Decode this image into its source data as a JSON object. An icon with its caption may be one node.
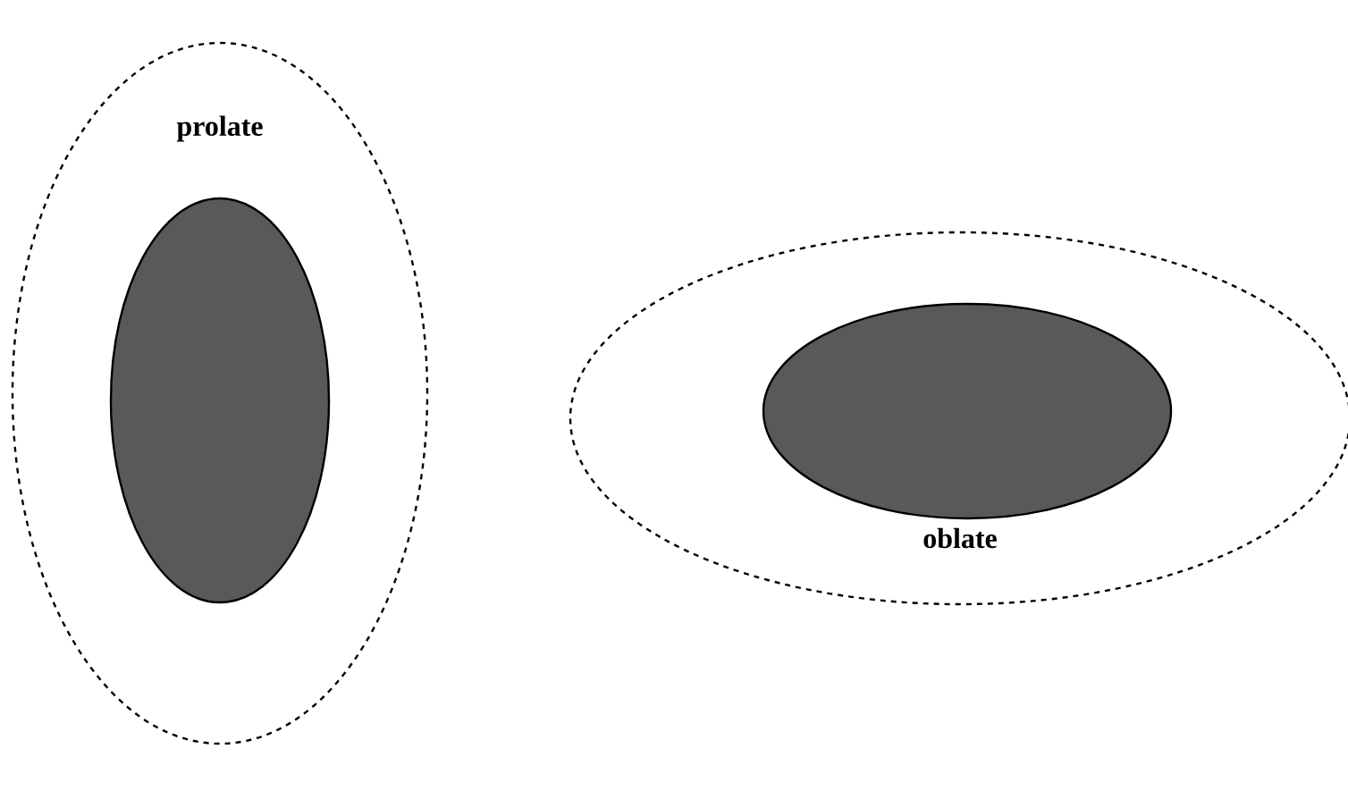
{
  "diagram": {
    "nodes": [
      {
        "text": [
          "prolate"
        ]
      },
      {
        "text": [],
        "shape": "ellipse",
        "in": 0
      },
      {
        "text": [
          "oblate"
        ]
      },
      {
        "text": [],
        "shape": "ellipse",
        "in": 2
      }
    ]
  }
}
